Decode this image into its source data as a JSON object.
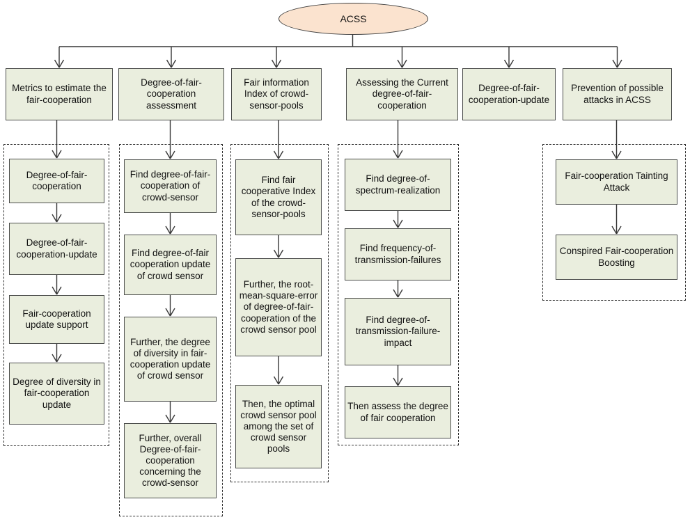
{
  "root": {
    "label": "ACSS"
  },
  "columns": [
    {
      "top": "Metrics to estimate the fair-cooperation",
      "children": [
        "Degree-of-fair-cooperation",
        "Degree-of-fair-cooperation-update",
        "Fair-cooperation update support",
        "Degree of diversity in fair-cooperation update"
      ]
    },
    {
      "top": "Degree-of-fair-cooperation assessment",
      "children": [
        "Find degree-of-fair-cooperation of crowd-sensor",
        "Find degree-of-fair cooperation update of crowd sensor",
        "Further, the degree of diversity in fair-cooperation update of crowd sensor",
        "Further, overall Degree-of-fair-cooperation concerning the crowd-sensor"
      ]
    },
    {
      "top": "Fair information Index of crowd-sensor-pools",
      "children": [
        "Find fair cooperative Index of the crowd-sensor-pools",
        "Further, the root-mean-square-error of degree-of-fair-cooperation of the crowd sensor pool",
        "Then, the optimal crowd sensor pool among the set of crowd sensor pools"
      ]
    },
    {
      "top": "Assessing the Current degree-of-fair-cooperation",
      "children": [
        "Find degree-of-spectrum-realization",
        "Find frequency-of-transmission-failures",
        "Find degree-of-transmission-failure-impact",
        "Then assess the degree of fair cooperation"
      ]
    },
    {
      "top": "Degree-of-fair-cooperation-update",
      "children": []
    },
    {
      "top": "Prevention of possible attacks in ACSS",
      "children": [
        "Fair-cooperation Tainting Attack",
        "Conspired Fair-cooperation Boosting"
      ]
    }
  ],
  "colors": {
    "node_fill": "#EAEEDE",
    "node_border": "#4a4c4a",
    "root_fill": "#FBE3CF",
    "connector": "#363636",
    "dashed_border": "#2e2e2e"
  }
}
